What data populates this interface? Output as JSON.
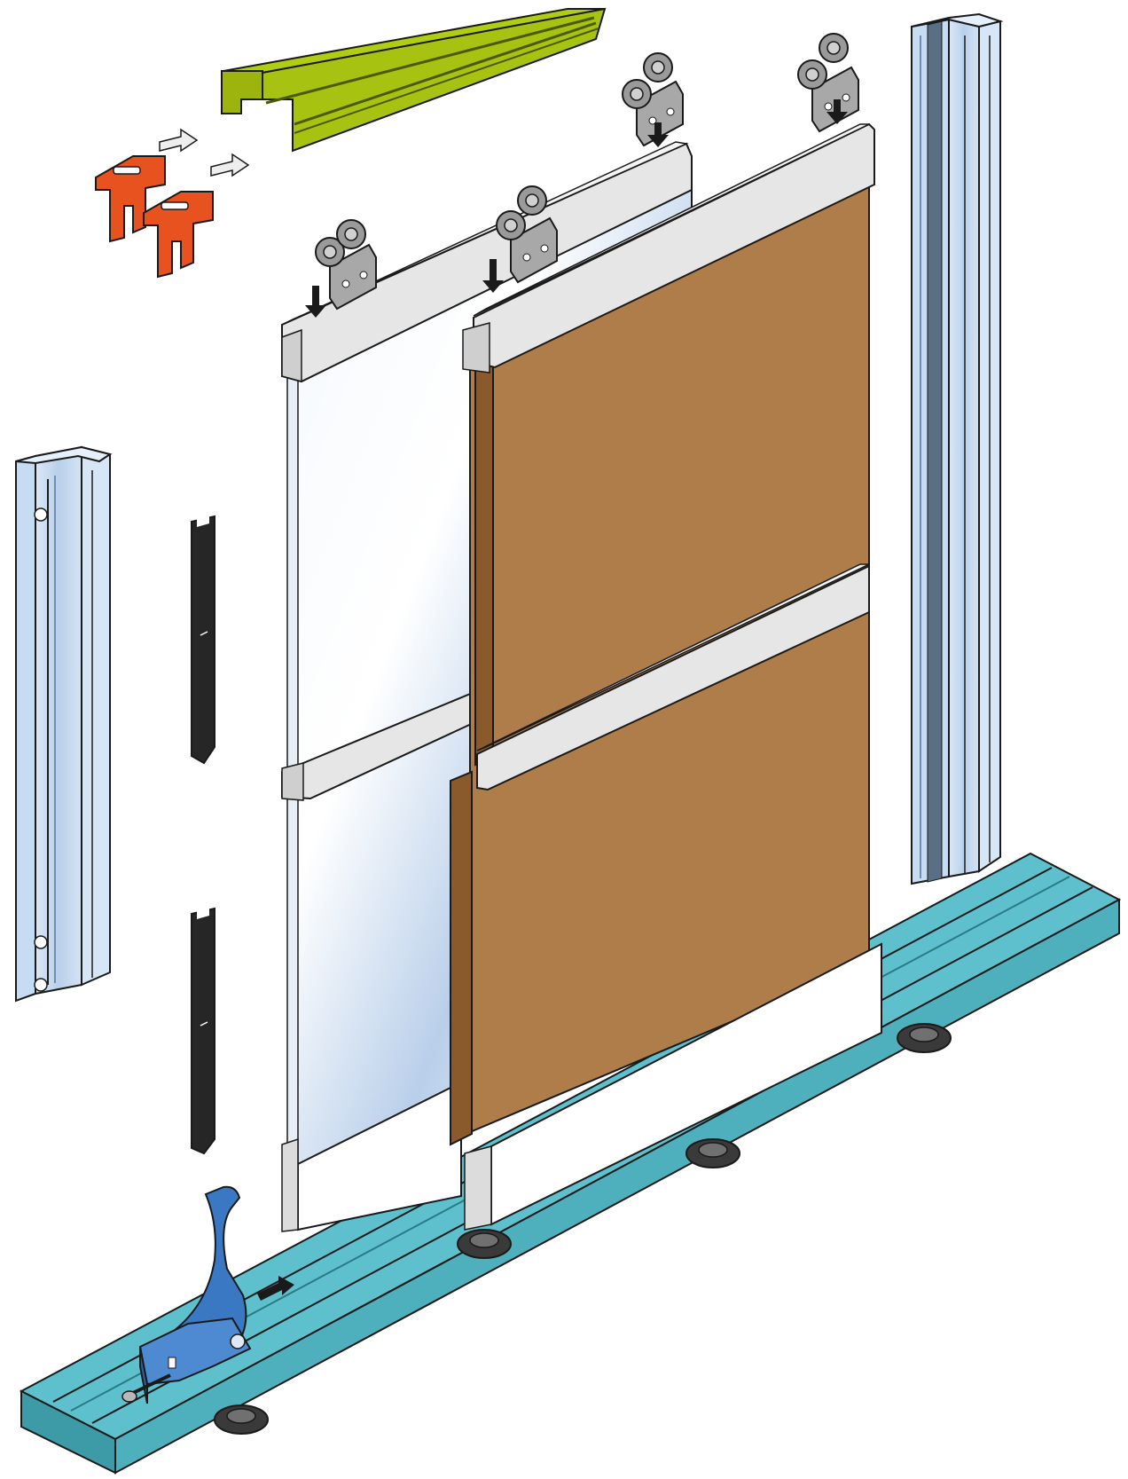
{
  "diagram": {
    "kind": "exploded-view",
    "labels": [],
    "colors": {
      "outline": "#1a1a1a",
      "top_track": "#b1cd12",
      "top_track_dark": "#8fa90c",
      "end_stop_clip": "#e8521e",
      "side_profile": "#c6dcf2",
      "side_profile_dark": "#9fbbd8",
      "bottom_track": "#5ec0cc",
      "bottom_track_dark": "#3d9aa7",
      "wood_panel": "#ae7d4a",
      "wood_edge": "#8a5a2c",
      "mirror_panel": "#e4eefa",
      "aluminium_rail": "#e6e6e6",
      "roller": "#9a9a9a",
      "seal_strip": "#262626",
      "stopper_lever": "#3b78c4",
      "floor_pad": "#3a3a3a"
    },
    "components": [
      {
        "name": "top-track",
        "icon": "rail-profile-icon"
      },
      {
        "name": "end-stop-clip",
        "count": 2,
        "icon": "clip-icon"
      },
      {
        "name": "top-roller-carriage",
        "count": 4,
        "icon": "roller-icon"
      },
      {
        "name": "left-side-profile",
        "icon": "profile-icon"
      },
      {
        "name": "right-side-profile",
        "icon": "profile-icon"
      },
      {
        "name": "mirror-door-panel",
        "icon": "panel-icon"
      },
      {
        "name": "wood-door-panel",
        "icon": "panel-icon"
      },
      {
        "name": "seal-strip",
        "count": 2,
        "icon": "brush-strip-icon"
      },
      {
        "name": "bottom-track",
        "icon": "rail-profile-icon"
      },
      {
        "name": "bottom-stopper",
        "icon": "stopper-lever-icon"
      },
      {
        "name": "floor-pad",
        "count": 4,
        "icon": "grommet-icon"
      }
    ]
  }
}
